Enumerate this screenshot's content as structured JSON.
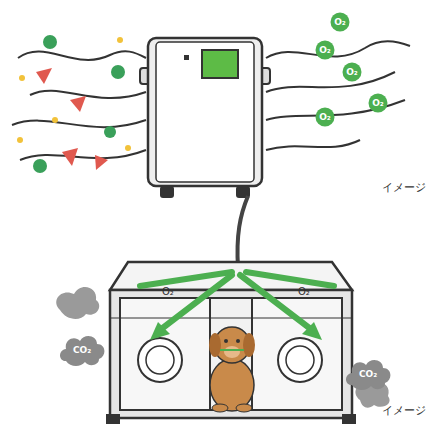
{
  "diagram": {
    "nodes": [
      {
        "text": [
          "O₂"
        ]
      },
      {
        "text": [
          "O₂"
        ]
      },
      {
        "text": [
          "O₂"
        ]
      },
      {
        "text": [
          "O₂"
        ]
      },
      {
        "text": [
          "O₂"
        ]
      },
      {
        "text": [
          "CO₂"
        ]
      },
      {
        "text": [
          "CO₂"
        ]
      }
    ],
    "labels": [
      "イメージ",
      "O₂",
      "O₂",
      "イメージ"
    ]
  }
}
